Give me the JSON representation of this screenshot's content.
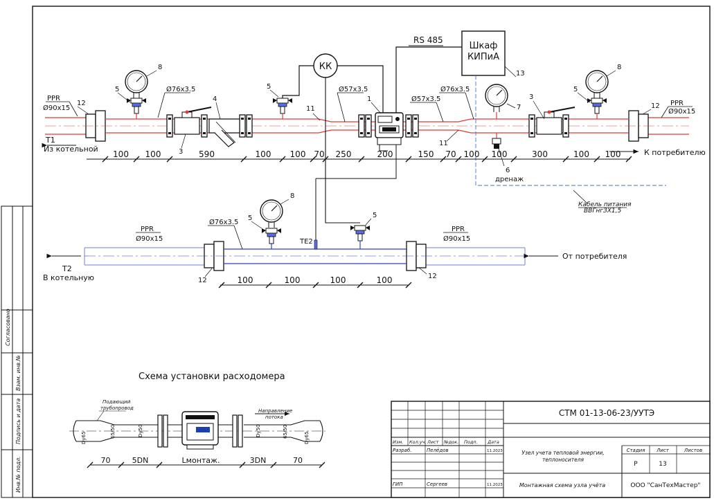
{
  "colors": {
    "supply_pipe": "#e53935",
    "return_pipe": "#2a3fd0",
    "cable": "#3b6fd8",
    "line": "#111111"
  },
  "supply": {
    "pipe_left": {
      "material": "PPR",
      "size": "Ø90x15",
      "id": "T1",
      "direction": "Из котельной"
    },
    "pipe_right": {
      "material": "PPR",
      "size": "Ø90x15",
      "direction": "К потребителю"
    },
    "size_76a": "Ø76x3.5",
    "size_57a": "Ø57x3.5",
    "size_57b": "Ø57x3.5",
    "size_76b": "Ø76x3.5",
    "dims": [
      "100",
      "100",
      "590",
      "100",
      "100",
      "70",
      "250",
      "200",
      "150",
      "70",
      "100",
      "100",
      "300",
      "100",
      "100"
    ],
    "drain": "дренаж",
    "rs485": "RS 485",
    "kk": "КК",
    "cabinet_line1": "Шкаф",
    "cabinet_line2": "КИПиА",
    "power_cable_line1": "Кабель питания",
    "power_cable_line2": "ВВГнгЗХ1,5"
  },
  "callouts": {
    "c1": "1",
    "c3a": "3",
    "c3b": "3",
    "c4": "4",
    "c5a": "5",
    "c5b": "5",
    "c5c": "5",
    "c5d": "5",
    "c5e": "5",
    "c6": "6",
    "c7": "7",
    "c8a": "8",
    "c8b": "8",
    "c8c": "8",
    "c11a": "11",
    "c11b": "11",
    "c12a": "12",
    "c12b": "12",
    "c12c": "12",
    "c12d": "12",
    "c13": "13"
  },
  "return": {
    "pipe_left": {
      "material": "PPR",
      "size": "Ø90x15",
      "id": "T2",
      "direction": "В котельную"
    },
    "pipe_right": {
      "material": "PPR",
      "size": "Ø90x15",
      "direction": "От потребителя"
    },
    "size_76": "Ø76x3.5",
    "te": "TE2",
    "dims": [
      "100",
      "100",
      "100",
      "100"
    ]
  },
  "install_scheme": {
    "title": "Схема установки расходомера",
    "label_pipe_line1": "Подающий",
    "label_pipe_line2": "трубопровод",
    "label_flow_line1": "Направление",
    "label_flow_line2": "потока",
    "dn65a": "Dу65",
    "dn65b": "Dу65",
    "ratio_a": "65/50",
    "ratio_b": "65/50",
    "dn50a": "Dу50",
    "dn50b": "Dу50",
    "dims": [
      "70",
      "5DN",
      "Lмонтаж.",
      "3DN",
      "70"
    ]
  },
  "side_stamp": [
    "Согласовано",
    "Взам. инв.№",
    "Подпись и дата",
    "Инв.№ подл."
  ],
  "title_block": {
    "code": "СТМ 01-13-06-23/УУТЭ",
    "col_headers": [
      "Изм.",
      "Кол.уч.",
      "Лист",
      "№док.",
      "Подп.",
      "Дата"
    ],
    "row_dev": {
      "role": "Разраб.",
      "name": "Пелёдов",
      "date": "11.2023"
    },
    "row_gip": {
      "role": "ГИП",
      "name": "Сергеев",
      "date": "11.2023"
    },
    "object": "Узел учета тепловой энергии, теплоносителя",
    "sheet_title": "Монтажная схема узла учёта",
    "stage_header": "Стадия",
    "sheet_header": "Лист",
    "sheets_header": "Листов",
    "stage": "Р",
    "sheet": "13",
    "company": "ООО \"СанТехМастер\""
  }
}
